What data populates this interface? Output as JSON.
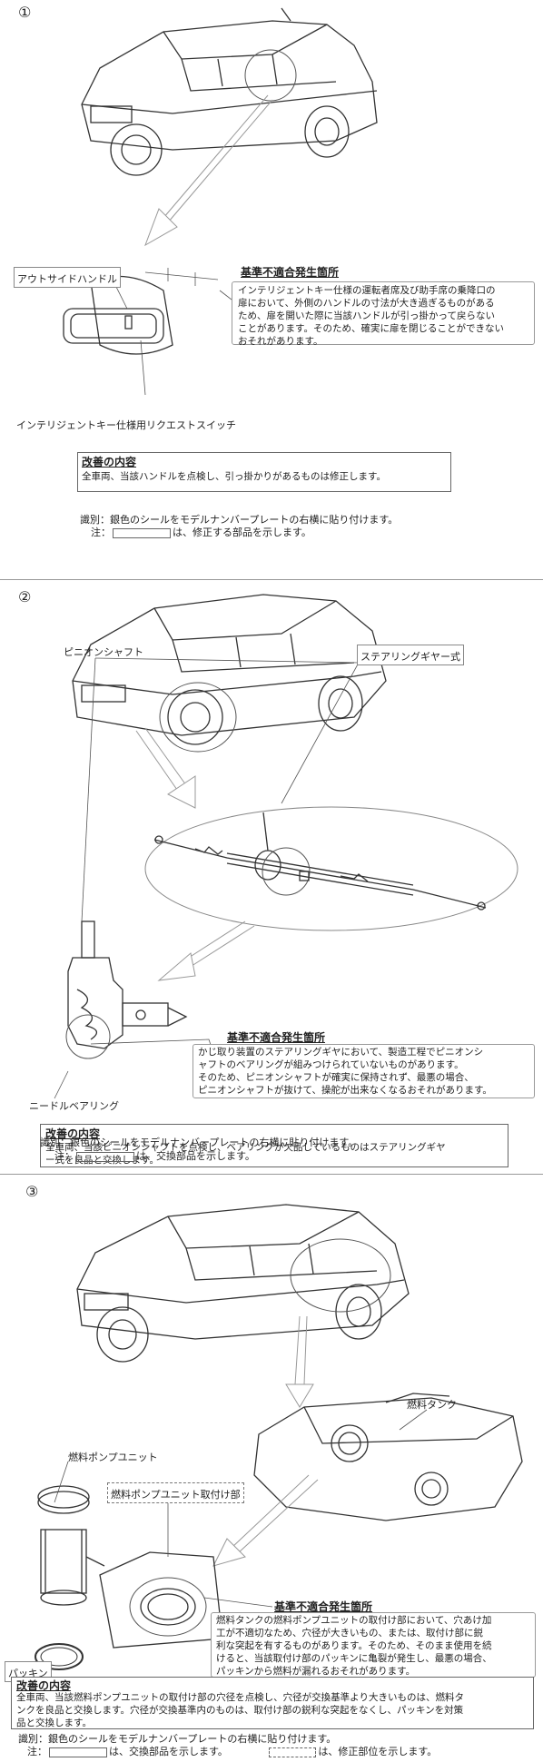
{
  "s1": {
    "number": "①",
    "label_handle": "アウトサイドハンドル",
    "label_switch": "インテリジェントキー仕様用リクエストスイッチ",
    "problem_title": "基準不適合発生箇所",
    "problem_lines": [
      "インテリジェントキー仕様の運転者席及び助手席の乗降口の",
      "扉において、外側のハンドルの寸法が大き過ぎるものがある",
      "ため、扉を開いた際に当該ハンドルが引っ掛かって戻らない",
      "ことがあります。そのため、確実に扉を閉じることができない",
      "おそれがあります。"
    ],
    "fix_title": "改善の内容",
    "fix_lines": [
      "全車両、当該ハンドルを点検し、引っ掛かりがあるものは修正します。"
    ],
    "id_label": "識別：",
    "id_text": "銀色のシールをモデルナンバープレートの右横に貼り付けます。",
    "note_label": "注：",
    "note_text": "は、修正する部品を示します。"
  },
  "s2": {
    "number": "②",
    "label_pinion": "ピニオンシャフト",
    "label_gear": "ステアリングギヤー式",
    "label_bearing": "ニードルベアリング",
    "problem_title": "基準不適合発生箇所",
    "problem_lines": [
      "かじ取り装置のステアリングギヤにおいて、製造工程でピニオンシ",
      "ャフトのベアリングが組みつけられていないものがあります。",
      "そのため、ピニオンシャフトが確実に保持されず、最悪の場合、",
      "ピニオンシャフトが抜けて、操舵が出来なくなるおそれがあります。"
    ],
    "fix_title": "改善の内容",
    "fix_lines": [
      "全車両、当該ピニオンシャフトを点検し、ベアリングが欠品しているものはステアリングギヤ",
      "ー式を良品と交換します。"
    ],
    "id_label": "識別：",
    "id_text": "銀色のシールをモデルナンバープレートの右横に貼り付けます。",
    "note_label": "注：",
    "note_text": "は、交換部品を示します。"
  },
  "s3": {
    "number": "③",
    "label_tank": "燃料タンク",
    "label_pump": "燃料ポンプユニット",
    "label_mount": "燃料ポンプユニット取付け部",
    "label_packing": "パッキン",
    "problem_title": "基準不適合発生箇所",
    "problem_lines": [
      "燃料タンクの燃料ポンプユニットの取付け部において、穴あけ加",
      "工が不適切なため、穴径が大きいもの、または、取付け部に鋭",
      "利な突起を有するものがあります。そのため、そのまま使用を続",
      "けると、当該取付け部のパッキンに亀裂が発生し、最悪の場合、",
      "パッキンから燃料が漏れるおそれがあります。"
    ],
    "fix_title": "改善の内容",
    "fix_lines": [
      "全車両、当該燃料ポンプユニットの取付け部の穴径を点検し、穴径が交換基準より大きいものは、燃料タ",
      "ンクを良品と交換します。穴径が交換基準内のものは、取付け部の鋭利な突起をなくし、パッキンを対策",
      "品と交換します。"
    ],
    "id_label": "識別：",
    "id_text": "銀色のシールをモデルナンバープレートの右横に貼り付けます。",
    "note_label": "注：",
    "note_text1": "は、交換部品を示します。",
    "note_text2": "は、修正部位を示します。"
  }
}
